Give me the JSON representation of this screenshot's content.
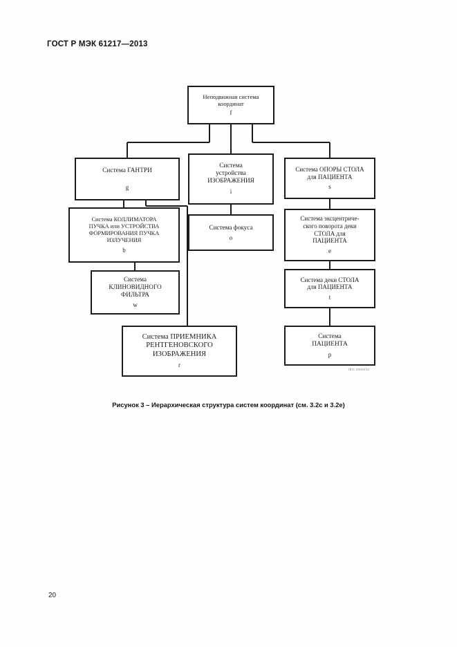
{
  "document": {
    "header": "ГОСТ Р МЭК 61217—2013",
    "page_number": "20"
  },
  "figure": {
    "caption": "Рисунок 3 – Иерархическая структура систем координат (см. 3.2c и 3.2e)",
    "iec_reference": "IEC   2600/11",
    "nodes": [
      {
        "id": "f",
        "text": "Неподвижная система\nкоординат",
        "symbol": "f"
      },
      {
        "id": "g",
        "text": "Система ГАНТРИ",
        "symbol": "g"
      },
      {
        "id": "i",
        "text": "Система\nустройства\nИЗОБРАЖЕНИЯ",
        "symbol": "i"
      },
      {
        "id": "s",
        "text": "Система ОПОРЫ  СТОЛА\nдля ПАЦИЕНТА",
        "symbol": "s"
      },
      {
        "id": "b",
        "text": "Система КОЛЛИМАТОРА\nПУЧКА или УСТРОЙСТВА\nФОРМИРОВАНИЯ ПУЧКА\nИЗЛУЧЕНИЯ",
        "symbol": "b"
      },
      {
        "id": "o",
        "text": "Система фокуса",
        "symbol": "o"
      },
      {
        "id": "e",
        "text": "Система эксцентриче-\nского поворота деки\nСТОЛА для\nПАЦИЕНТА",
        "symbol": "e"
      },
      {
        "id": "w",
        "text": "Система\nКЛИНОВИДНОГО\nФИЛЬТРА",
        "symbol": "w"
      },
      {
        "id": "t",
        "text": "Система деки  СТОЛА\nдля ПАЦИЕНТА",
        "symbol": "t"
      },
      {
        "id": "r",
        "text": "Система ПРИЕМНИКА\nРЕНТГЕНОВСКОГО\nИЗОБРАЖЕНИЯ",
        "symbol": "r"
      },
      {
        "id": "p",
        "text": "Система\nПАЦИЕНТА",
        "symbol": "p"
      }
    ],
    "edges": [
      {
        "from": "f",
        "to": "g"
      },
      {
        "from": "f",
        "to": "i"
      },
      {
        "from": "f",
        "to": "s"
      },
      {
        "from": "g",
        "to": "b"
      },
      {
        "from": "g",
        "to": "r"
      },
      {
        "from": "b",
        "to": "w"
      },
      {
        "from": "i",
        "to": "o"
      },
      {
        "from": "s",
        "to": "e"
      },
      {
        "from": "e",
        "to": "t"
      },
      {
        "from": "t",
        "to": "p"
      }
    ],
    "line_color": "#1b1b1b"
  }
}
